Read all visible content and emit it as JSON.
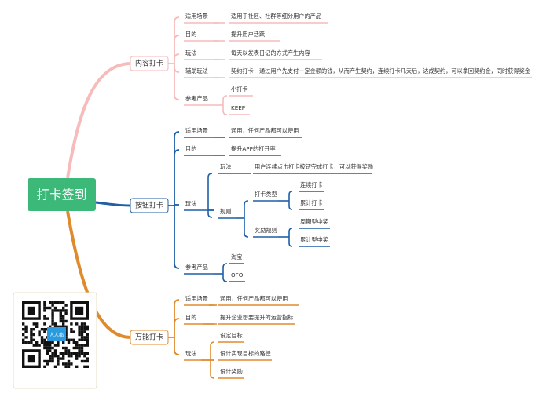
{
  "root": {
    "label": "打卡签到",
    "color": "#3cb878"
  },
  "branches": [
    {
      "label": "内容打卡",
      "color": "#f6bcbc",
      "border": "#f2b8b8",
      "children": [
        {
          "label": "适用场景",
          "children": [
            {
              "label": "适用于社区、社群等细分用户的产品"
            }
          ]
        },
        {
          "label": "目的",
          "children": [
            {
              "label": "提升用户活跃"
            }
          ]
        },
        {
          "label": "玩法",
          "children": [
            {
              "label": "每天以发表日记的方式产生内容"
            }
          ]
        },
        {
          "label": "辅助玩法",
          "children": [
            {
              "label": "契约打卡：通过用户先支付一定金额的钱，从而产生契约，连续打卡几天后，达成契约，可以拿回契约金，同时获得奖金"
            }
          ]
        },
        {
          "label": "参考产品",
          "children": [
            {
              "label": "小打卡"
            },
            {
              "label": "KEEP"
            }
          ]
        }
      ]
    },
    {
      "label": "按钮打卡",
      "color": "#1e5fa6",
      "border": "#1e5fa6",
      "children": [
        {
          "label": "适用场景",
          "children": [
            {
              "label": "通用，任何产品都可以使用"
            }
          ]
        },
        {
          "label": "目的",
          "children": [
            {
              "label": "提升APP的打开率"
            }
          ]
        },
        {
          "label": "玩法",
          "children": [
            {
              "label": "玩法",
              "children": [
                {
                  "label": "用户连续点击打卡按钮完成打卡，可以获得奖励"
                }
              ]
            },
            {
              "label": "规则",
              "children": [
                {
                  "label": "打卡类型",
                  "children": [
                    {
                      "label": "连续打卡"
                    },
                    {
                      "label": "累计打卡"
                    }
                  ]
                },
                {
                  "label": "奖励规则",
                  "children": [
                    {
                      "label": "周期型中奖"
                    },
                    {
                      "label": "累计型中奖"
                    }
                  ]
                }
              ]
            }
          ]
        },
        {
          "label": "参考产品",
          "children": [
            {
              "label": "淘宝"
            },
            {
              "label": "OFO"
            }
          ]
        }
      ]
    },
    {
      "label": "万能打卡",
      "color": "#e08a2e",
      "border": "#e08a2e",
      "children": [
        {
          "label": "适用场景",
          "children": [
            {
              "label": "通用，任何产品都可以使用"
            }
          ]
        },
        {
          "label": "目的",
          "children": [
            {
              "label": "提升企业想要提升的运营指标"
            }
          ]
        },
        {
          "label": "玩法",
          "children": [
            {
              "label": "设定目标"
            },
            {
              "label": "设计实现目标的路径"
            },
            {
              "label": "设计奖励"
            }
          ]
        }
      ]
    }
  ],
  "qr": {
    "center_label": "人人都"
  }
}
